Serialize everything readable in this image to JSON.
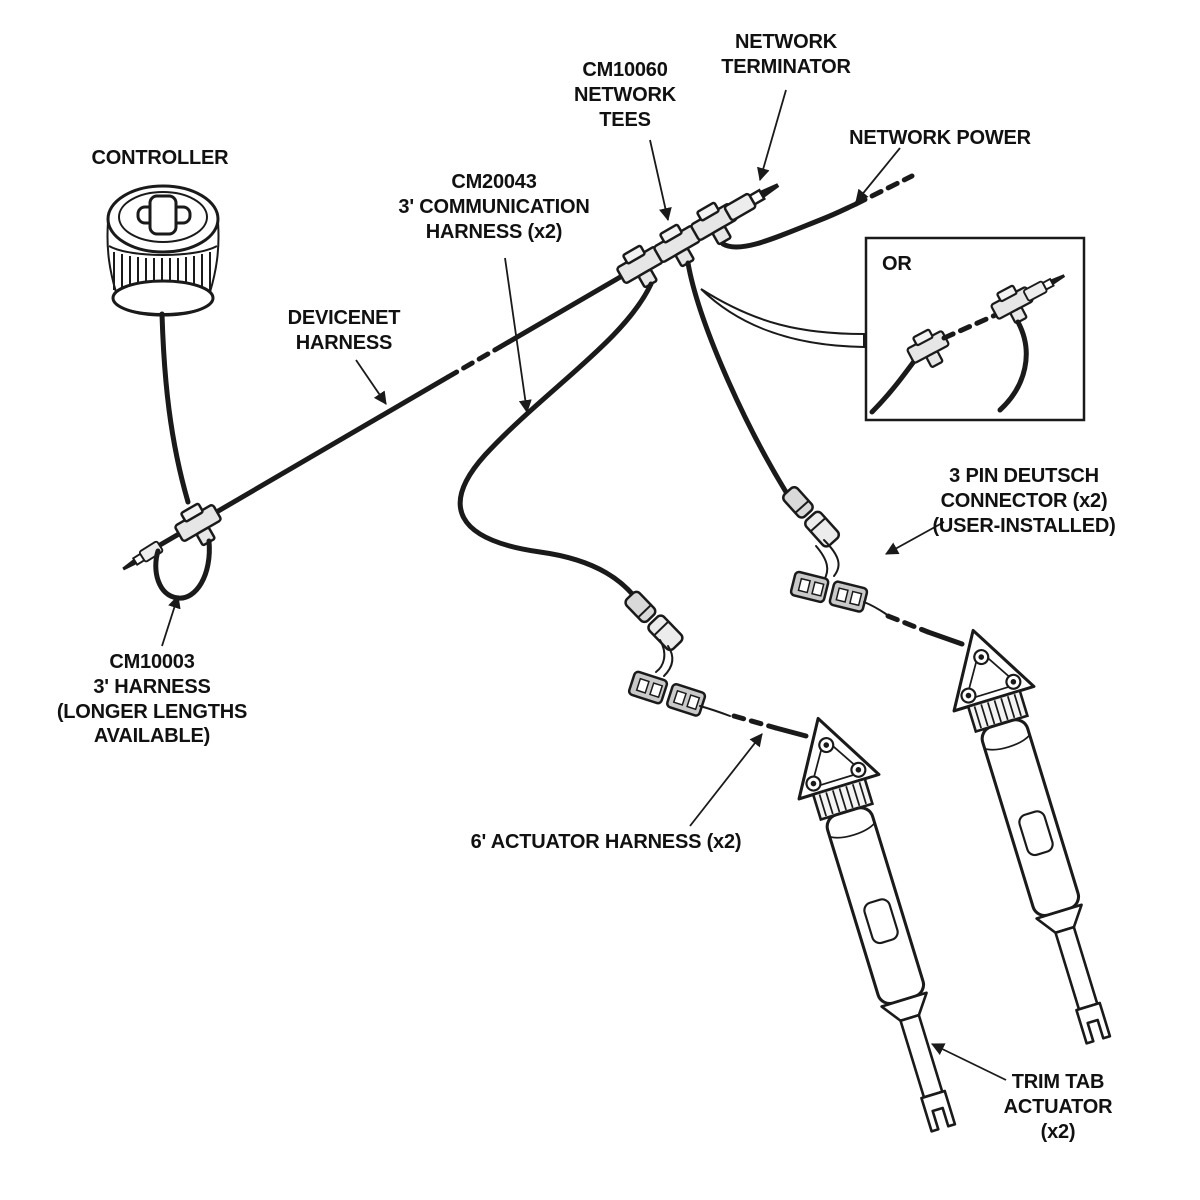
{
  "diagram": {
    "type": "wiring-installation-diagram",
    "subject": "Trim tab actuator network system"
  },
  "colors": {
    "background": "#ffffff",
    "ink": "#1a1a1a",
    "connector_gray": "#cccccc"
  },
  "labels": {
    "controller": {
      "lines": [
        "CONTROLLER"
      ]
    },
    "cm20043": {
      "lines": [
        "CM20043",
        "3' COMMUNICATION",
        "HARNESS (x2)"
      ]
    },
    "cm10060": {
      "lines": [
        "CM10060",
        "NETWORK",
        "TEES"
      ]
    },
    "network_terminator": {
      "lines": [
        "NETWORK",
        "TERMINATOR"
      ]
    },
    "network_power": {
      "lines": [
        "NETWORK POWER"
      ]
    },
    "devicenet": {
      "lines": [
        "DEVICENET",
        "HARNESS"
      ]
    },
    "or": {
      "lines": [
        "OR"
      ]
    },
    "deutsch": {
      "lines": [
        "3 PIN DEUTSCH",
        "CONNECTOR (x2)",
        "(USER-INSTALLED)"
      ]
    },
    "cm10003": {
      "lines": [
        "CM10003",
        "3' HARNESS",
        "(LONGER LENGTHS",
        "AVAILABLE)"
      ]
    },
    "actuator_harness": {
      "lines": [
        "6' ACTUATOR HARNESS (x2)"
      ]
    },
    "trim_tab": {
      "lines": [
        "TRIM TAB",
        "ACTUATOR",
        "(x2)"
      ]
    }
  }
}
